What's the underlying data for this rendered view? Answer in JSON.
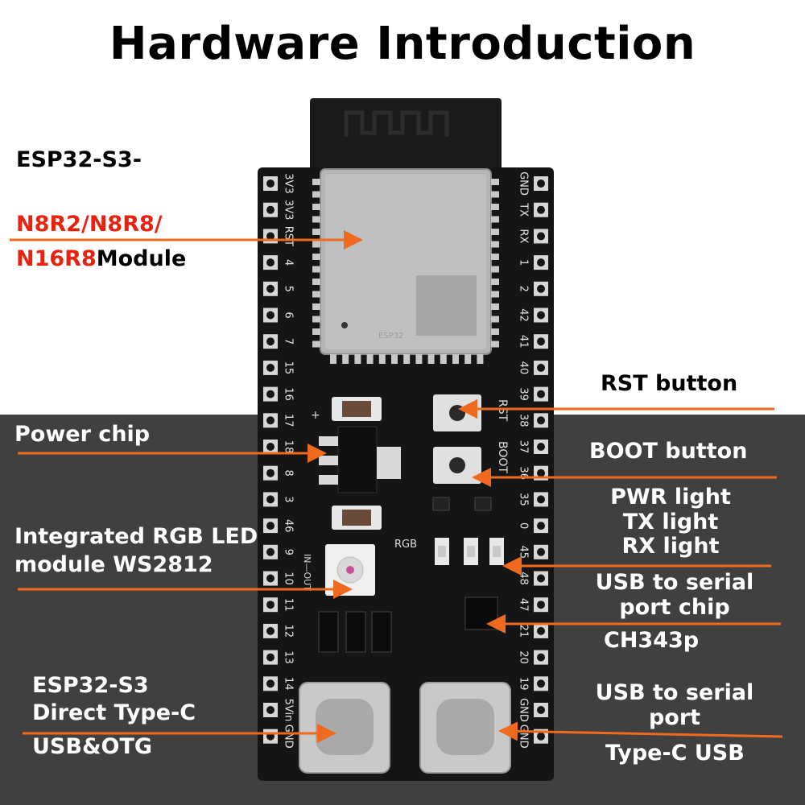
{
  "title": "Hardware Introduction",
  "colors": {
    "arrow": "#ef6a1e",
    "module_red": "#e8220f",
    "board": "#151515",
    "bg_dark": "#404040"
  },
  "labels": {
    "module_prefix": "ESP32-S3-",
    "module_variants_1": "N8R2/N8R8/",
    "module_variants_2": "N16R8",
    "module_suffix": "Module",
    "rst_button": "RST button",
    "power_chip": "Power chip",
    "boot_button": "BOOT button",
    "pwr_light": "PWR light",
    "tx_light": "TX light",
    "rx_light": "RX light",
    "rgb_led_1": "Integrated RGB LED",
    "rgb_led_2": "module WS2812",
    "usb_serial_chip_1": "USB to serial",
    "usb_serial_chip_2": "port chip",
    "ch343": "CH343p",
    "direct_typec_1": "ESP32-S3",
    "direct_typec_2": "Direct Type-C",
    "direct_typec_3": "USB&OTG",
    "usb_serial_port_1": "USB to serial",
    "usb_serial_port_2": "port",
    "typec_usb": "Type-C USB"
  },
  "board": {
    "left_pins": [
      "3V3",
      "3V3",
      "RST",
      "4",
      "5",
      "6",
      "7",
      "15",
      "16",
      "17",
      "18",
      "8",
      "3",
      "46",
      "9",
      "10",
      "11",
      "12",
      "13",
      "14",
      "5Vin",
      "GND"
    ],
    "right_pins": [
      "GND",
      "TX",
      "RX",
      "1",
      "2",
      "42",
      "41",
      "40",
      "39",
      "38",
      "37",
      "36",
      "35",
      "0",
      "45",
      "48",
      "47",
      "21",
      "20",
      "19",
      "GND",
      "GND"
    ],
    "silk_rst": "RST",
    "silk_boot": "BOOT",
    "silk_rgb": "RGB",
    "silk_plus": "+",
    "silk_in_out": "IN—OUT"
  }
}
